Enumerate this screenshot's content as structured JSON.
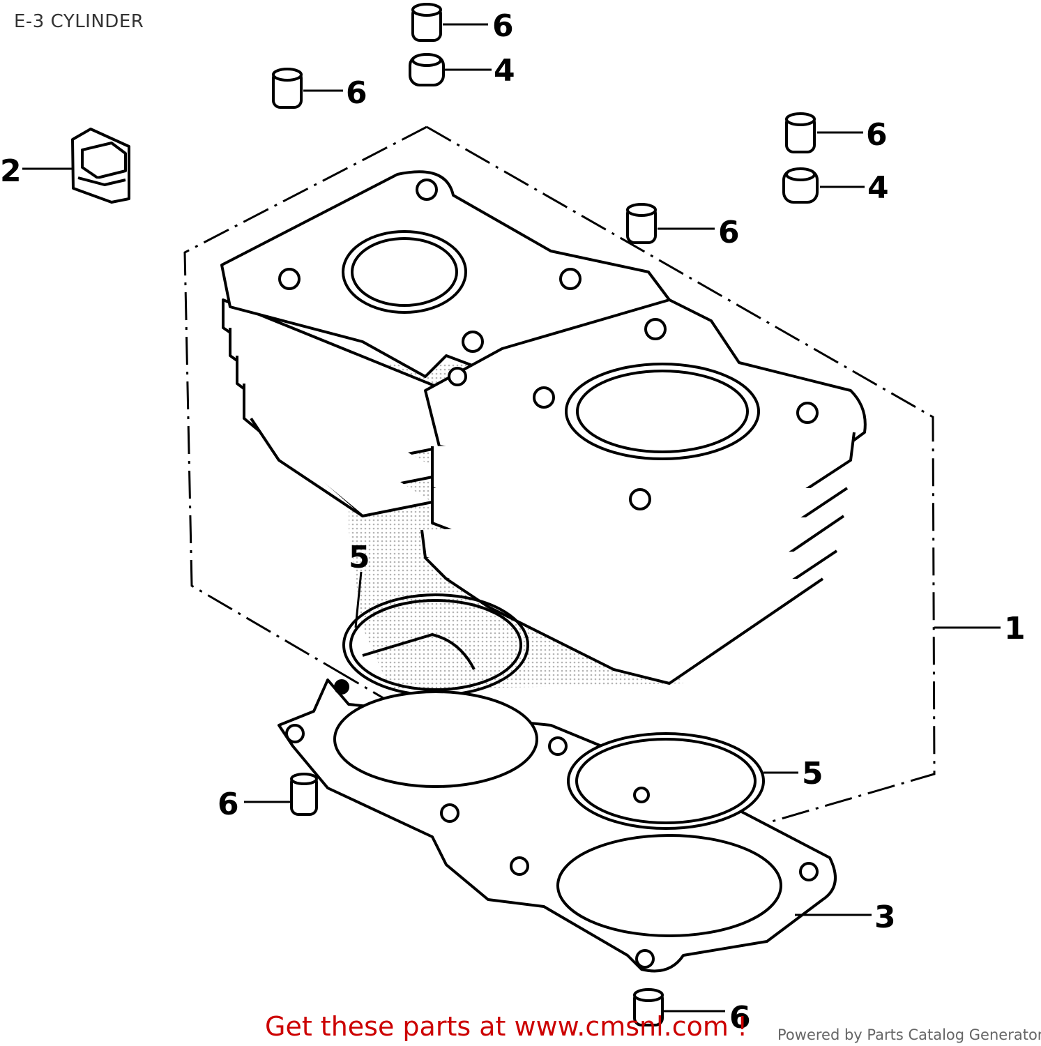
{
  "title": "E-3 CYLINDER",
  "callouts": {
    "c1": "1",
    "c2": "2",
    "c3": "3",
    "c4a": "4",
    "c4b": "4",
    "c5a": "5",
    "c5b": "5",
    "c6a": "6",
    "c6b": "6",
    "c6c": "6",
    "c6d": "6",
    "c6e": "6",
    "c6f": "6"
  },
  "footer": {
    "link_text": "Get these parts at www.cmsnl.com !",
    "powered_text": "Powered by Parts Catalog Generator"
  },
  "colors": {
    "link": "#cc0000",
    "line": "#000000",
    "powered": "#666666"
  }
}
